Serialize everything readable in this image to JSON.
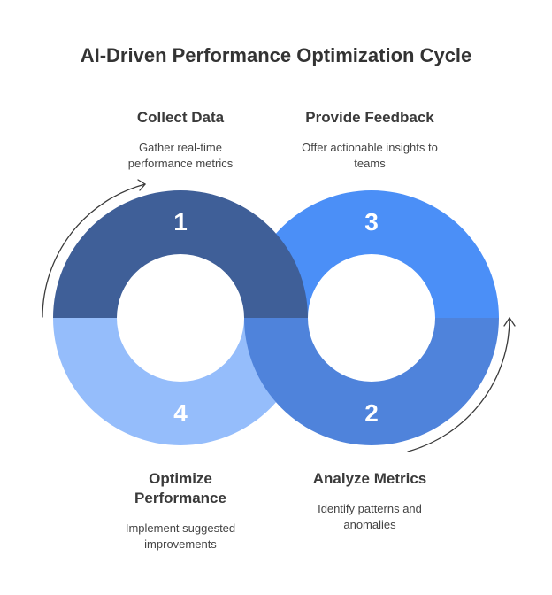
{
  "title": "AI-Driven Performance Optimization Cycle",
  "steps": [
    {
      "number": "1",
      "heading": "Collect Data",
      "description": "Gather real-time\nperformance metrics",
      "color": "#3f5f98"
    },
    {
      "number": "2",
      "heading": "Analyze Metrics",
      "description": "Identify patterns and\nanomalies",
      "color": "#4f83db"
    },
    {
      "number": "3",
      "heading": "Provide Feedback",
      "description": "Offer actionable insights to\nteams",
      "color": "#4b8ff7"
    },
    {
      "number": "4",
      "heading": "Optimize\nPerformance",
      "description": "Implement suggested\nimprovements",
      "color": "#95bdfb"
    }
  ],
  "arrow_color": "#3a3a3a"
}
